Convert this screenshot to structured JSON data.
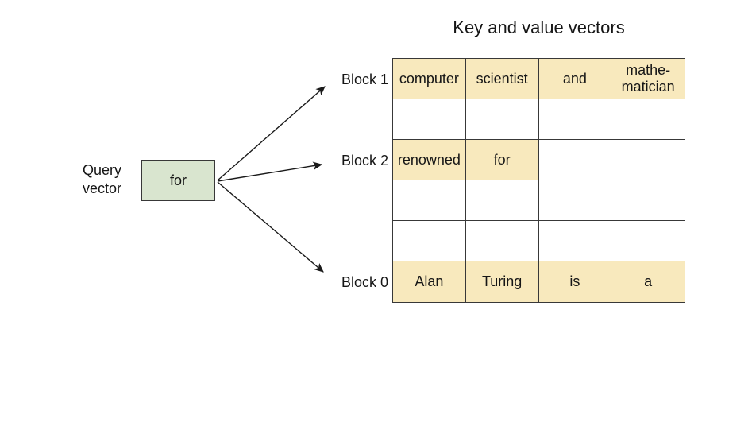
{
  "title": "Key and value vectors",
  "query": {
    "label": "Query\nvector",
    "box_text": "for"
  },
  "block_labels": [
    {
      "label": "Block 1"
    },
    {
      "label": "Block 2"
    },
    {
      "label": "Block 0"
    }
  ],
  "arrows": [
    {
      "name": "arrow-to-block-1"
    },
    {
      "name": "arrow-to-block-2"
    },
    {
      "name": "arrow-to-block-0"
    }
  ],
  "table": {
    "rows": [
      {
        "cells": [
          {
            "text": "computer",
            "highlight": true
          },
          {
            "text": "scientist",
            "highlight": true
          },
          {
            "text": "and",
            "highlight": true
          },
          {
            "text": "mathe-\nmatician",
            "highlight": true
          }
        ]
      },
      {
        "cells": [
          {
            "text": "",
            "highlight": false
          },
          {
            "text": "",
            "highlight": false
          },
          {
            "text": "",
            "highlight": false
          },
          {
            "text": "",
            "highlight": false
          }
        ]
      },
      {
        "cells": [
          {
            "text": "renowned",
            "highlight": true
          },
          {
            "text": "for",
            "highlight": true
          },
          {
            "text": "",
            "highlight": false
          },
          {
            "text": "",
            "highlight": false
          }
        ]
      },
      {
        "cells": [
          {
            "text": "",
            "highlight": false
          },
          {
            "text": "",
            "highlight": false
          },
          {
            "text": "",
            "highlight": false
          },
          {
            "text": "",
            "highlight": false
          }
        ]
      },
      {
        "cells": [
          {
            "text": "",
            "highlight": false
          },
          {
            "text": "",
            "highlight": false
          },
          {
            "text": "",
            "highlight": false
          },
          {
            "text": "",
            "highlight": false
          }
        ]
      },
      {
        "cells": [
          {
            "text": "Alan",
            "highlight": true
          },
          {
            "text": "Turing",
            "highlight": true
          },
          {
            "text": "is",
            "highlight": true
          },
          {
            "text": "a",
            "highlight": true
          }
        ]
      }
    ]
  },
  "colors": {
    "highlight": "#f8e9bd",
    "query_box": "#d9e5cf",
    "border": "#383838",
    "text": "#161616",
    "arrow": "#1a1a1a"
  }
}
